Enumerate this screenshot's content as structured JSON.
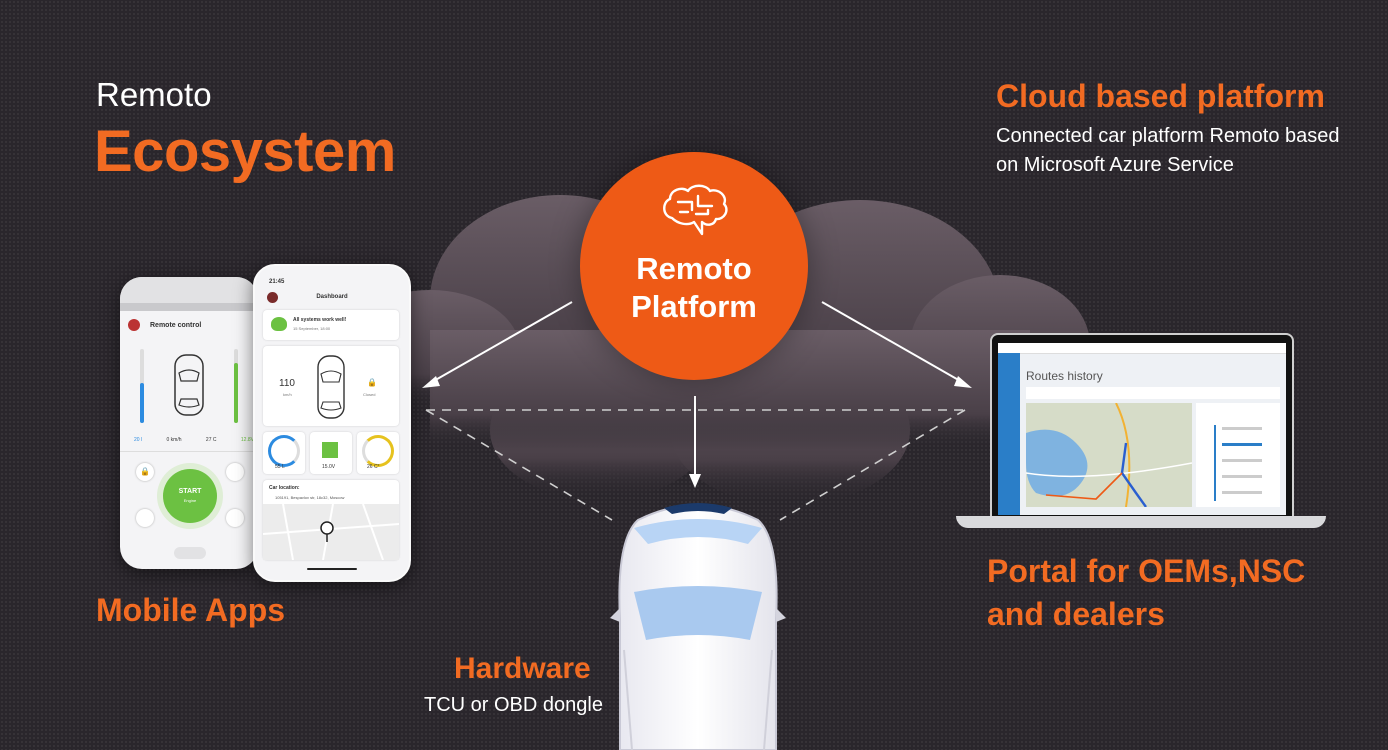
{
  "header": {
    "small": "Remoto",
    "big": "Ecosystem"
  },
  "cloud": {
    "title": "Cloud based platform",
    "description": "Connected car platform Remoto based on Microsoft Azure Service"
  },
  "platform": {
    "label": "Remoto\nPlatform",
    "icon": "brain-icon"
  },
  "mobile": {
    "title": "Mobile Apps",
    "phone1": {
      "screen_title": "Remote control",
      "stats": [
        "20 l",
        "0 km/h",
        "27 C",
        "12.8V"
      ],
      "start_label": "START",
      "start_sub": "Engine"
    },
    "phone2": {
      "time": "21:45",
      "screen_title": "Dashboard",
      "status_title": "All systems work well!",
      "status_date": "15 September, 18:00",
      "mileage": "110",
      "mileage_unit": "km/h",
      "lock_state": "Closed",
      "gauges": [
        "55 L",
        "15.0V",
        "26 C°"
      ],
      "location_label": "Car location:",
      "location_address": "105191, Bespavlov str, 18c32, Moscow"
    }
  },
  "portal": {
    "title": "Portal for OEMs,NSC and dealers",
    "screen_title": "Routes history"
  },
  "hardware": {
    "title": "Hardware",
    "description": "TCU or OBD dongle"
  },
  "colors": {
    "accent": "#f26b22",
    "platform": "#ee5a16",
    "background": "#2a262c",
    "cloud": "#5b4f57"
  }
}
